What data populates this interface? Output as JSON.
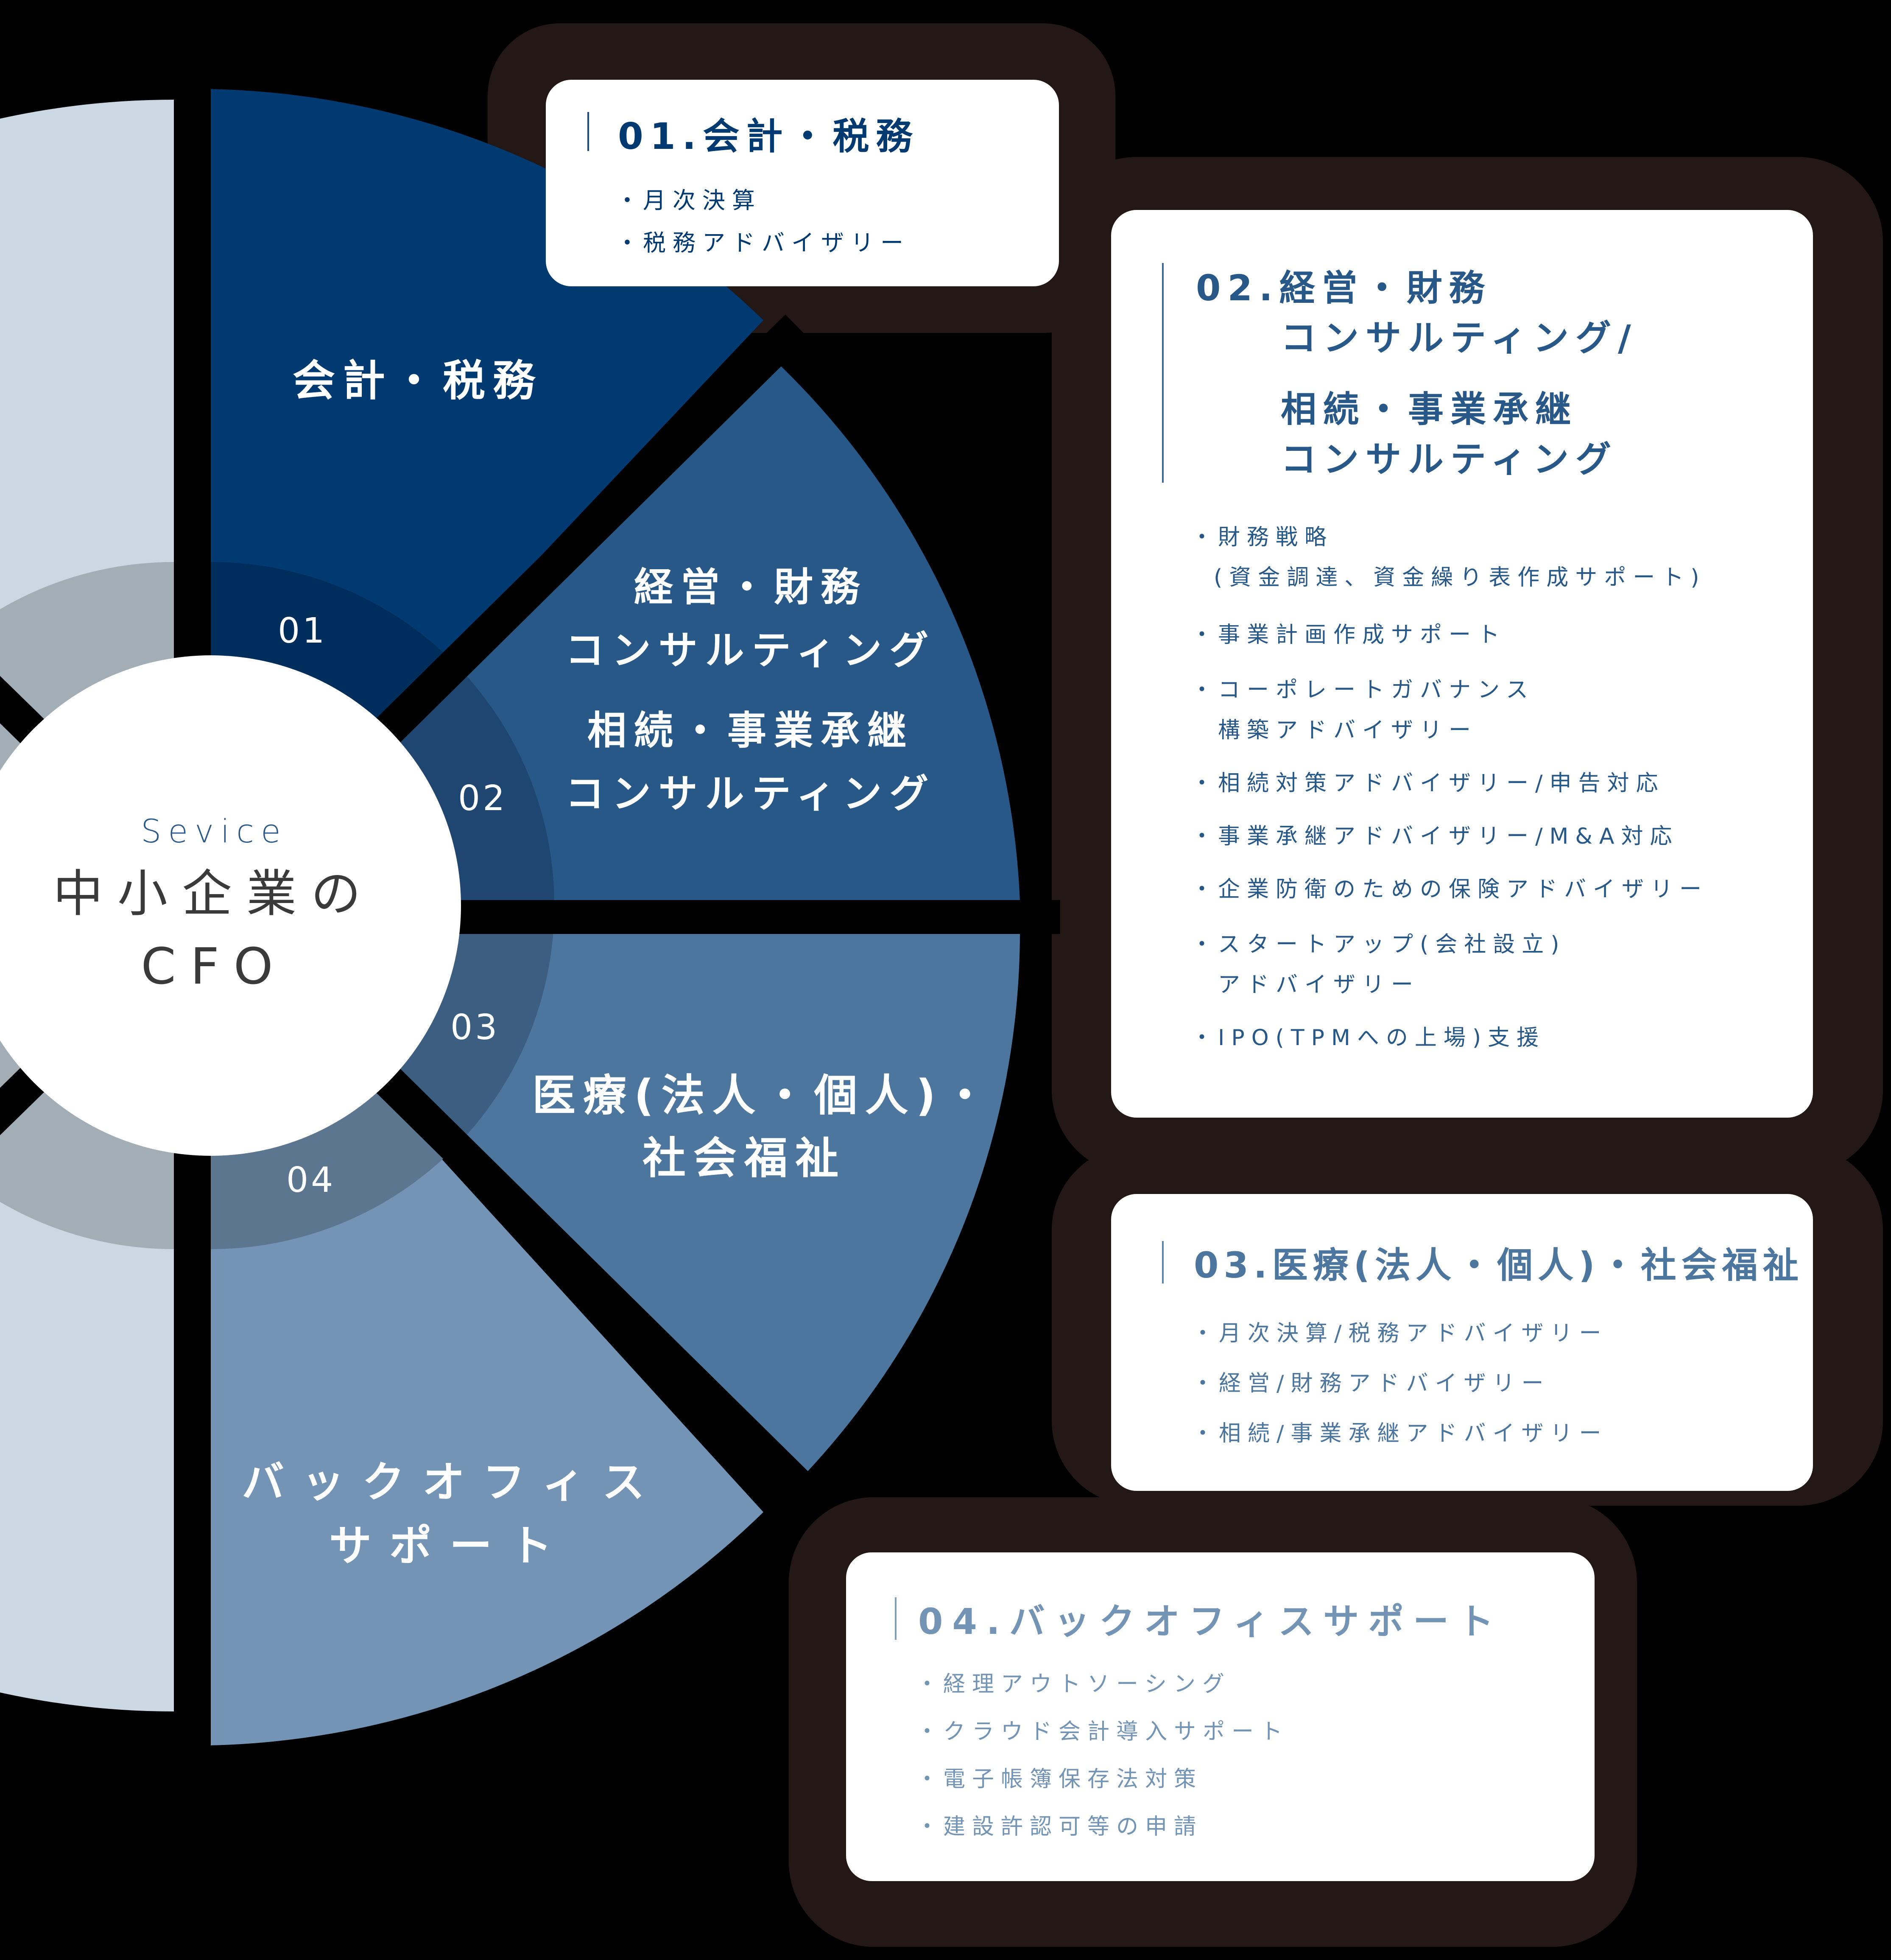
{
  "colors": {
    "background": "#000000",
    "blob": "#231815",
    "segment_01": "#003a70",
    "segment_01_inner": "#002e5c",
    "segment_02": "#275888",
    "segment_02_inner": "#1f4670",
    "segment_03": "#4d769f",
    "segment_03_inner": "#3c5e80",
    "segment_04": "#7394b4",
    "segment_04_inner": "#5c7690",
    "segment_left": "#cbd7e3",
    "segment_left_inner": "#a3adb6",
    "center": "#ffffff",
    "card_01_text": "#003a70",
    "card_02_text": "#275888",
    "card_03_text": "#4d769f",
    "card_04_text": "#7394b4"
  },
  "center": {
    "sub": "Sevice",
    "title_line1": "中小企業の",
    "title_line2": "CFO"
  },
  "segments": [
    {
      "num": "01",
      "label_lines": [
        "会計・税務"
      ]
    },
    {
      "num": "02",
      "label_lines": [
        "経営・財務",
        "コンサルティング",
        "相続・事業承継",
        "コンサルティング"
      ]
    },
    {
      "num": "03",
      "label_lines": [
        "医療(法人・個人)・",
        "社会福祉"
      ]
    },
    {
      "num": "04",
      "label_lines": [
        "バックオフィス",
        "サポート"
      ]
    }
  ],
  "cards": [
    {
      "title_lines": [
        "01.会計・税務"
      ],
      "items": [
        "月次決算",
        "税務アドバイザリー"
      ]
    },
    {
      "title_lines": [
        "02.経営・財務",
        "コンサルティング/",
        "相続・事業承継",
        "コンサルティング"
      ],
      "items": [
        [
          "財務戦略",
          "(資金調達、資金繰り表作成サポート)"
        ],
        [
          "事業計画作成サポート"
        ],
        [
          "コーポレートガバナンス",
          "構築アドバイザリー"
        ],
        [
          "相続対策アドバイザリー/申告対応"
        ],
        [
          "事業承継アドバイザリー/M&A対応"
        ],
        [
          "企業防衛のための保険アドバイザリー"
        ],
        [
          "スタートアップ(会社設立)",
          "アドバイザリー"
        ],
        [
          "IPO(TPMへの上場)支援"
        ]
      ]
    },
    {
      "title_lines": [
        "03.医療(法人・個人)・社会福祉"
      ],
      "items": [
        "月次決算/税務アドバイザリー",
        "経営/財務アドバイザリー",
        "相続/事業承継アドバイザリー"
      ]
    },
    {
      "title_lines": [
        "04.バックオフィスサポート"
      ],
      "items": [
        "経理アウトソーシング",
        "クラウド会計導入サポート",
        "電子帳簿保存法対策",
        "建設許認可等の申請"
      ]
    }
  ],
  "bullet": "・"
}
